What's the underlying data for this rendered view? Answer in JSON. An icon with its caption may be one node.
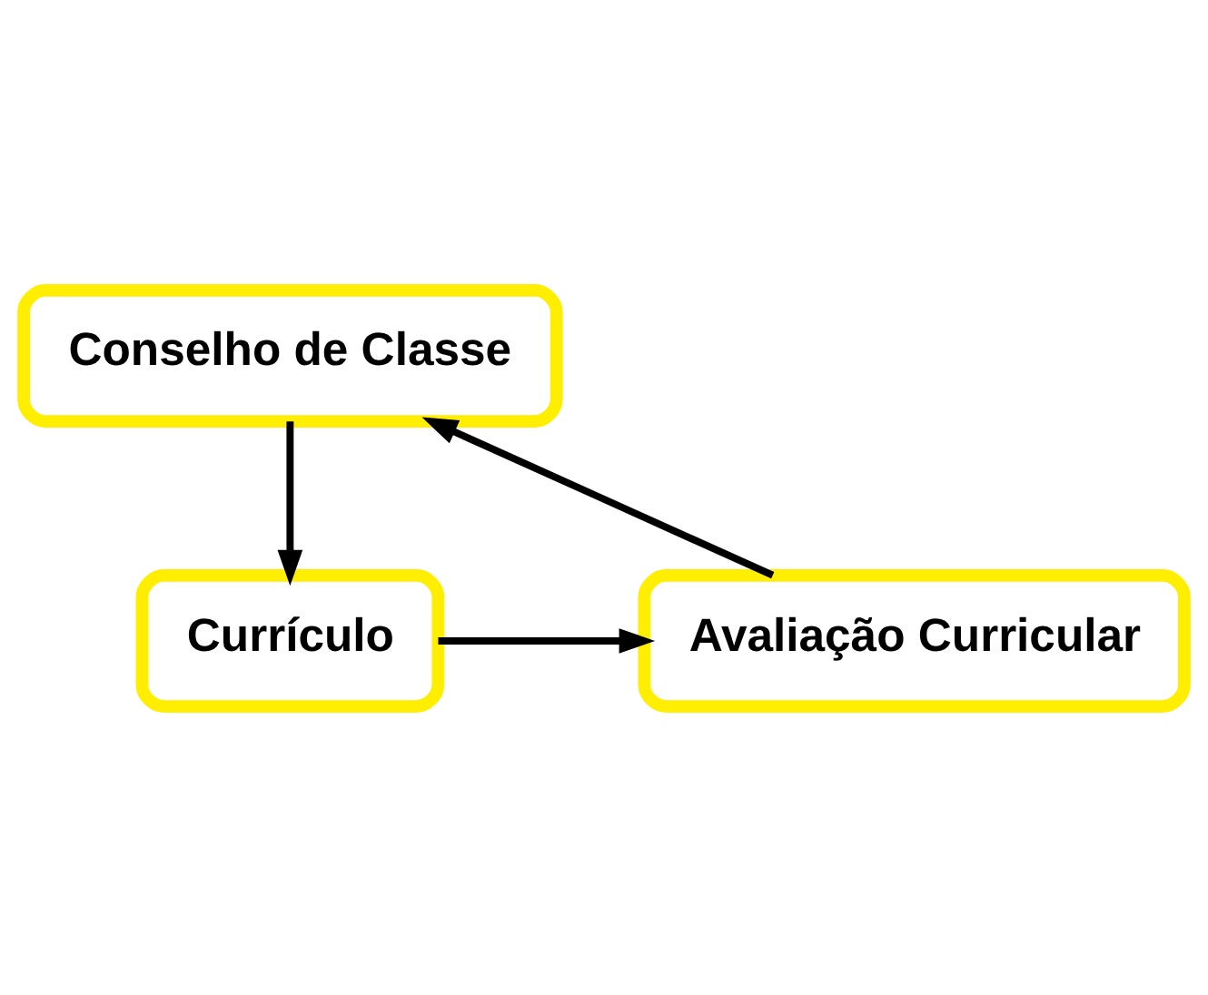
{
  "diagram": {
    "nodes": [
      {
        "text": [
          "Conselho de Classe"
        ]
      },
      {
        "text": [
          "Currículo"
        ]
      },
      {
        "text": [
          "Avaliação Curricular"
        ]
      }
    ],
    "edges": [
      {
        "from": 0,
        "to": 1,
        "arrow": "to"
      },
      {
        "from": 1,
        "to": 2,
        "arrow": "to"
      },
      {
        "from": 2,
        "to": 0,
        "arrow": "to"
      }
    ]
  }
}
